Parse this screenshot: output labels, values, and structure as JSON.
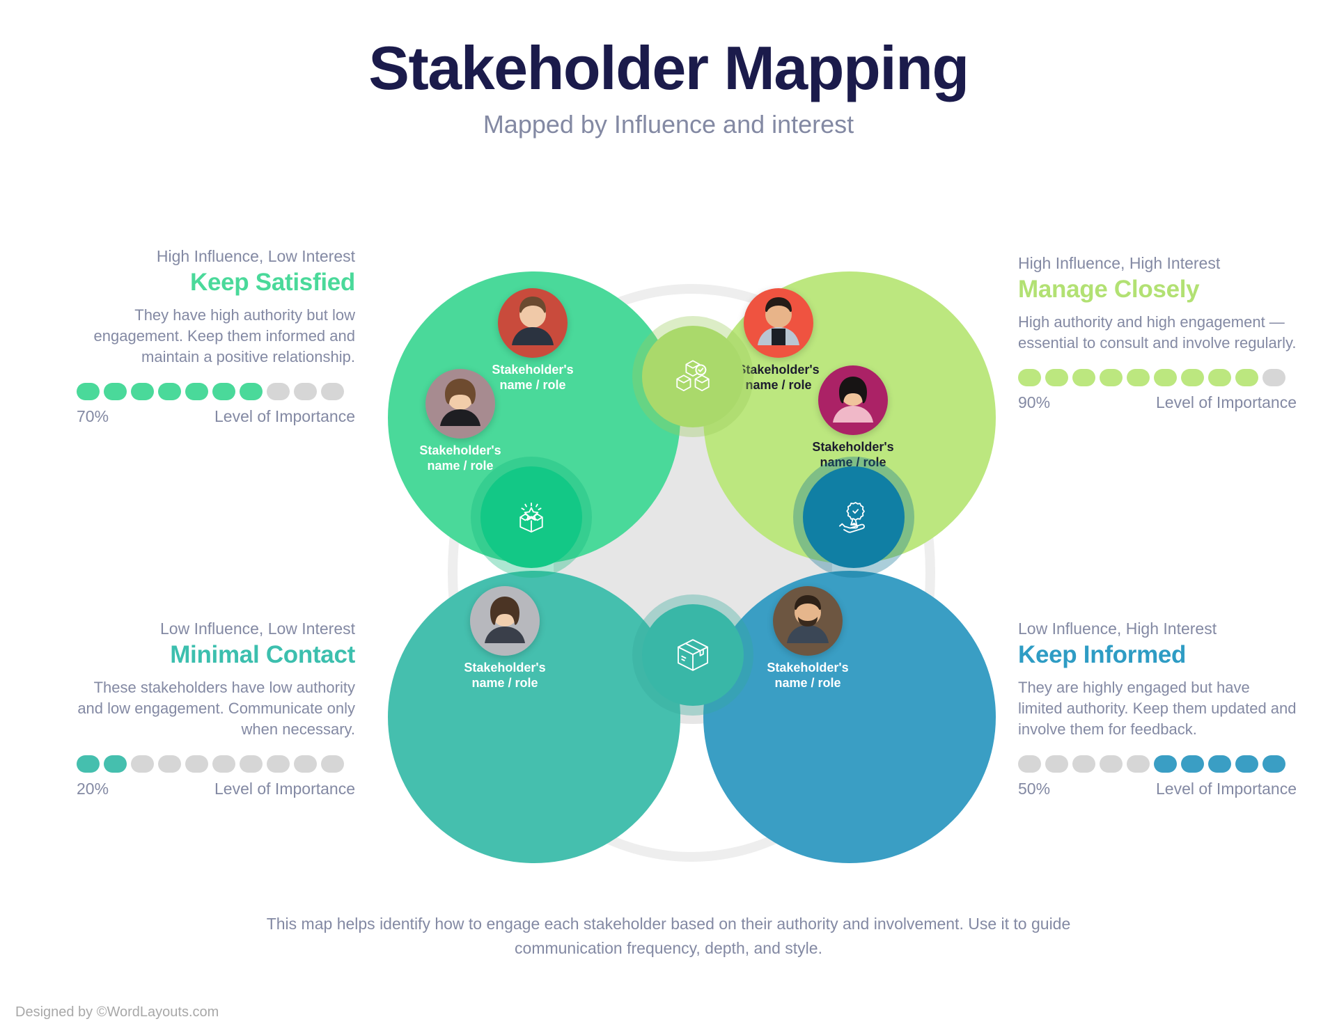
{
  "header": {
    "title": "Stakeholder Mapping",
    "subtitle": "Mapped by Influence and interest",
    "title_color": "#1b1b4b",
    "subtitle_color": "#8389a3"
  },
  "meter_label": "Level of Importance",
  "quadrants": [
    {
      "id": "keep-satisfied",
      "position": "top-left",
      "eyebrow": "High Influence, Low Interest",
      "heading": "Keep Satisfied",
      "heading_color": "#4ad99a",
      "description": "They have high authority but low engagement. Keep them informed and maintain a positive relationship.",
      "percent_label": "70%",
      "percent": 70,
      "filled": 7,
      "total": 10,
      "fill_from": "start",
      "circle_color": "#4ad99a",
      "meter_label": "Level of Importance"
    },
    {
      "id": "manage-closely",
      "position": "top-right",
      "eyebrow": "High Influence, High Interest",
      "heading": "Manage Closely",
      "heading_color": "#b2e173",
      "description": "High authority and high engagement — essential to consult and involve regularly.",
      "percent_label": "90%",
      "percent": 90,
      "filled": 9,
      "total": 10,
      "fill_from": "start",
      "circle_color": "#bce77f",
      "meter_label": "Level of Importance"
    },
    {
      "id": "minimal-contact",
      "position": "bottom-left",
      "eyebrow": "Low Influence, Low Interest",
      "heading": "Minimal Contact",
      "heading_color": "#3cbfae",
      "description": "These stakeholders have low authority and low engagement. Communicate only when necessary.",
      "percent_label": "20%",
      "percent": 20,
      "filled": 2,
      "total": 10,
      "fill_from": "start",
      "circle_color": "#45bfae",
      "meter_label": "Level of Importance"
    },
    {
      "id": "keep-informed",
      "position": "bottom-right",
      "eyebrow": "Low Influence, High Interest",
      "heading": "Keep Informed",
      "heading_color": "#2e9cc4",
      "description": "They are highly engaged but have limited authority. Keep them updated and involve them for feedback.",
      "percent_label": "50%",
      "percent": 50,
      "filled": 5,
      "total": 10,
      "fill_from": "end",
      "circle_color": "#3a9ec4",
      "meter_label": "Level of Importance"
    }
  ],
  "stakeholders": [
    {
      "id": "s1",
      "quadrant": "keep-satisfied",
      "label": "Stakeholder's\nname / role",
      "label_color": "light",
      "photo_bg": "#c94b3c"
    },
    {
      "id": "s2",
      "quadrant": "keep-satisfied",
      "label": "Stakeholder's\nname / role",
      "label_color": "light",
      "photo_bg": "#a78b90"
    },
    {
      "id": "s3",
      "quadrant": "manage-closely",
      "label": "Stakeholder's\nname / role",
      "label_color": "dark",
      "photo_bg": "#ef5340"
    },
    {
      "id": "s4",
      "quadrant": "manage-closely",
      "label": "Stakeholder's\nname / role",
      "label_color": "dark",
      "photo_bg": "#ab2266"
    },
    {
      "id": "s5",
      "quadrant": "minimal-contact",
      "label": "Stakeholder's\nname / role",
      "label_color": "light",
      "photo_bg": "#b7b8bd"
    },
    {
      "id": "s6",
      "quadrant": "keep-informed",
      "label": "Stakeholder's\nname / role",
      "label_color": "light",
      "photo_bg": "#6d5641"
    }
  ],
  "center_icons": [
    {
      "id": "top",
      "icon": "cubes-check-icon",
      "bubble_color": "#b2e173"
    },
    {
      "id": "left",
      "icon": "open-box-star-icon",
      "bubble_color": "#14cf8b"
    },
    {
      "id": "right",
      "icon": "hand-award-icon",
      "bubble_color": "#1186ad"
    },
    {
      "id": "bottom",
      "icon": "package-box-icon",
      "bubble_color": "#3cbfae"
    }
  ],
  "footnote": "This map helps identify how to engage each stakeholder based on their authority and involvement. Use it to guide communication frequency, depth, and style.",
  "credit": "Designed by ©WordLayouts.com"
}
